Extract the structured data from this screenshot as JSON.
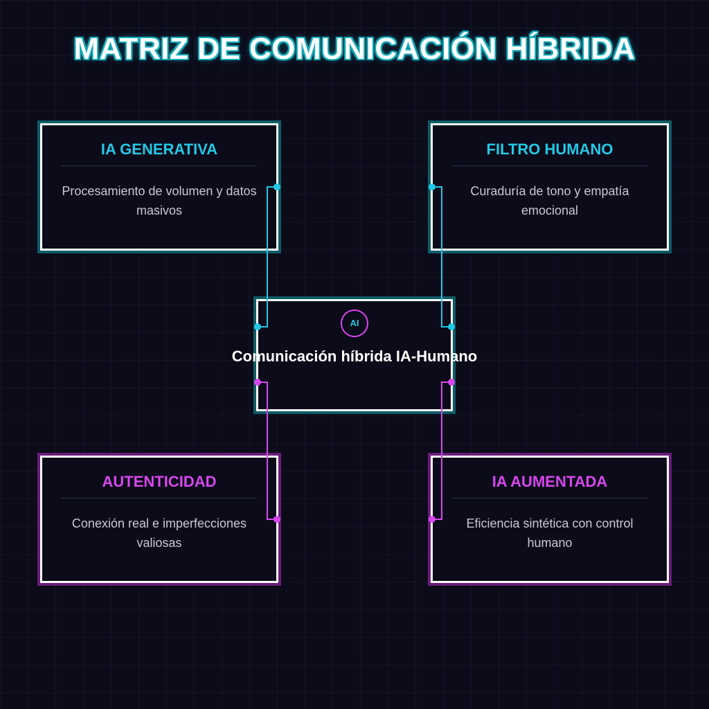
{
  "title": "MATRIZ DE COMUNICACIÓN HÍBRIDA",
  "colors": {
    "background": "#0b0b19",
    "cyan": "#22c8e6",
    "magenta": "#d946ef",
    "card_border": "#ffffff"
  },
  "center": {
    "badge": "AI",
    "label": "Comunicación híbrida IA-Humano"
  },
  "cards": [
    {
      "title": "IA GENERATIVA",
      "description": "Procesamiento de volumen y datos masivos",
      "accent": "cyan"
    },
    {
      "title": "FILTRO HUMANO",
      "description": "Curaduría de tono y empatía emocional",
      "accent": "cyan"
    },
    {
      "title": "AUTENTICIDAD",
      "description": "Conexión real e imperfecciones valiosas",
      "accent": "magenta"
    },
    {
      "title": "IA AUMENTADA",
      "description": "Eficiencia sintética con control humano",
      "accent": "magenta"
    }
  ]
}
